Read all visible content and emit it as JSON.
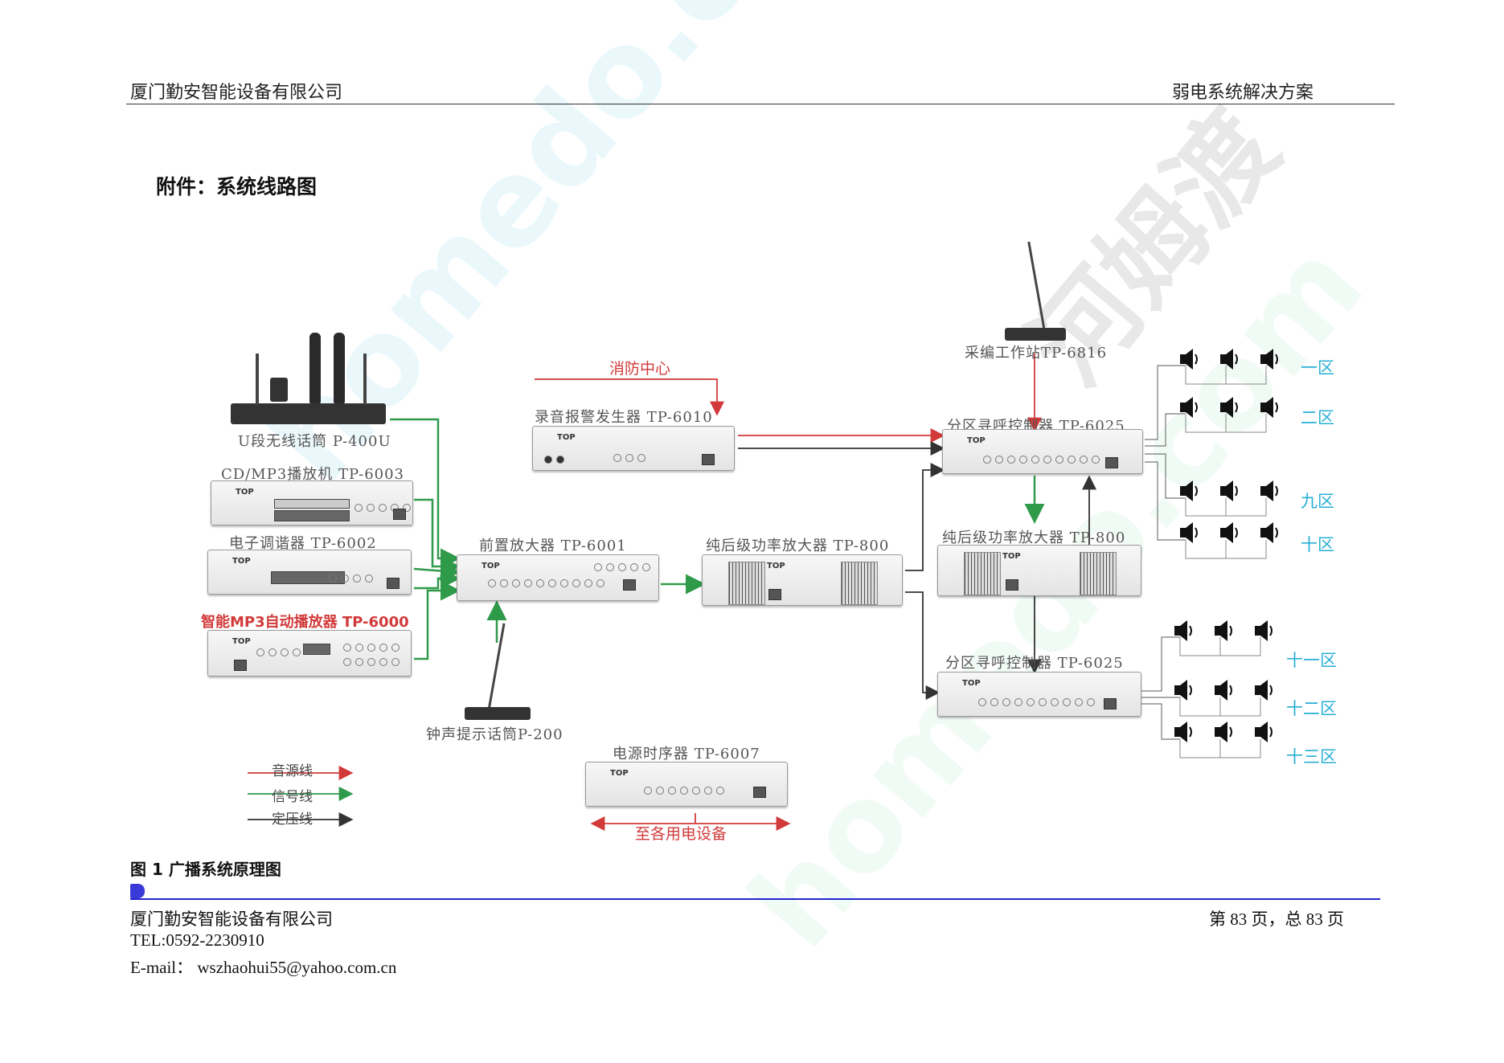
{
  "header": {
    "company": "厦门勤安智能设备有限公司",
    "doc_title": "弱电系统解决方案"
  },
  "section_title": "附件：系统线路图",
  "diagram": {
    "nodes": {
      "wireless_mic": "U段无线话筒 P-400U",
      "cd_player": "CD/MP3播放机 TP-6003",
      "tuner": "电子调谐器 TP-6002",
      "mp3_player": "智能MP3自动播放器 TP-6000",
      "preamp": "前置放大器 TP-6001",
      "chime_mic": "钟声提示话筒P-200",
      "fire_center": "消防中心",
      "alarm_gen": "录音报警发生器 TP-6010",
      "power_amp_1": "纯后级功率放大器 TP-800",
      "power_seq": "电源时序器 TP-6007",
      "to_equipment": "至各用电设备",
      "workstation": "采编工作站TP-6816",
      "zone_ctrl_1": "分区寻呼控制器 TP-6025",
      "power_amp_2": "纯后级功率放大器 TP-800",
      "zone_ctrl_2": "分区寻呼控制器 TP-6025"
    },
    "zones": [
      "一区",
      "二区",
      "九区",
      "十区",
      "十一区",
      "十二区",
      "十三区"
    ],
    "legend": [
      {
        "label": "音源线",
        "color": "#2f9a4a"
      },
      {
        "label": "信号线",
        "color": "#d23a3a"
      },
      {
        "label": "定压线",
        "color": "#333333"
      }
    ],
    "brand_text": "TOP"
  },
  "caption": "图 1 广播系统原理图",
  "footer": {
    "company": "厦门勤安智能设备有限公司",
    "tel": "TEL:0592-2230910",
    "email": "E-mail： wszhaohui55@yahoo.com.cn",
    "page": "第 83 页，总 83 页"
  },
  "watermarks": [
    "homedo.com",
    "河姆渡"
  ]
}
